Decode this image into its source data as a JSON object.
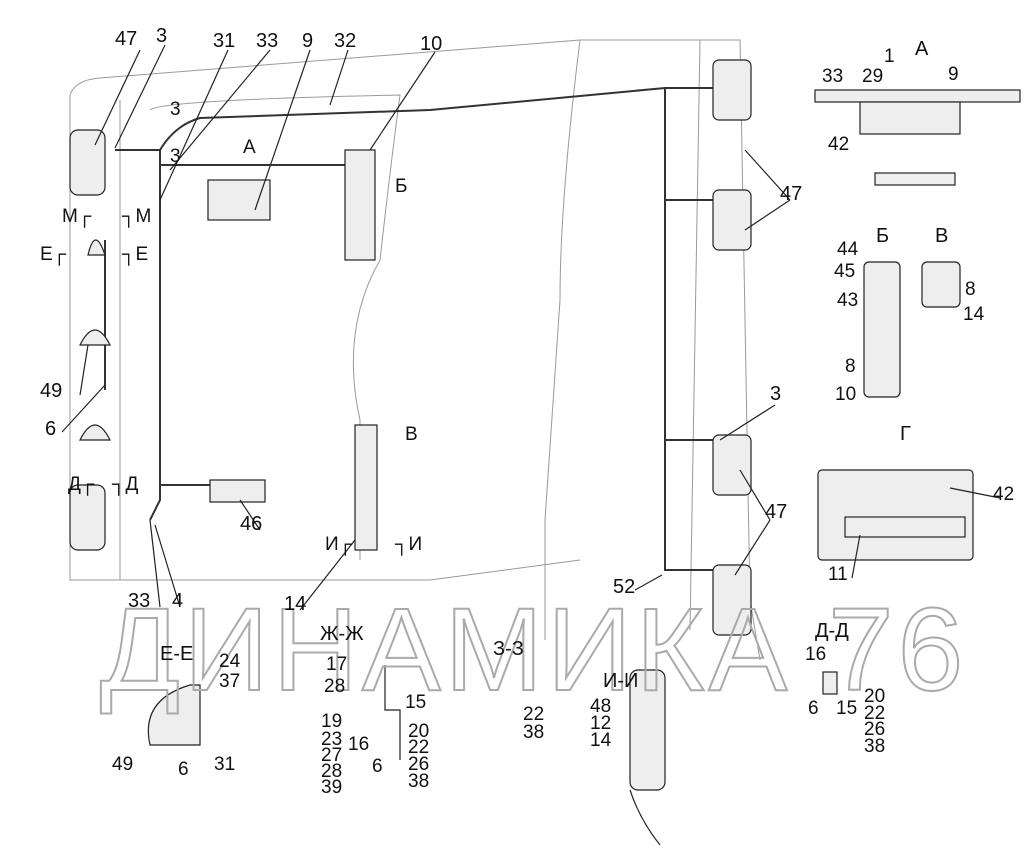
{
  "watermark": "ДИНАМИКА 76",
  "main_view": {
    "labels": [
      "47",
      "3",
      "31",
      "33",
      "9",
      "32",
      "10",
      "3",
      "3",
      "А",
      "М┌",
      "┐М",
      "Е┌",
      "┐Е",
      "Б",
      "49",
      "6",
      "Д┌",
      "┐Д",
      "46",
      "В",
      "И┌",
      "┐И",
      "14",
      "33",
      "4",
      "47",
      "3",
      "47",
      "52"
    ]
  },
  "view_a": {
    "title": "А",
    "labels": [
      "1",
      "33",
      "29",
      "9",
      "42"
    ]
  },
  "view_b": {
    "title": "Б",
    "labels": [
      "44",
      "45",
      "43",
      "8",
      "10"
    ]
  },
  "view_v": {
    "title": "В",
    "labels": [
      "8",
      "14"
    ]
  },
  "view_g": {
    "title": "Г",
    "labels": [
      "42",
      "11"
    ]
  },
  "section_ee": {
    "title": "Е-Е",
    "labels": [
      "24",
      "37",
      "49",
      "6",
      "31"
    ]
  },
  "section_zhzh": {
    "title": "Ж-Ж",
    "labels": [
      "17",
      "28",
      "15",
      "19",
      "23",
      "27",
      "28",
      "39",
      "16",
      "6",
      "20",
      "22",
      "26",
      "38"
    ]
  },
  "section_zz": {
    "title": "З-З",
    "labels": [
      "22",
      "38"
    ]
  },
  "section_ii": {
    "title": "И-И",
    "labels": [
      "48",
      "12",
      "14"
    ]
  },
  "section_dd": {
    "title": "Д-Д",
    "labels": [
      "16",
      "6",
      "15",
      "20",
      "22",
      "26",
      "38"
    ]
  }
}
